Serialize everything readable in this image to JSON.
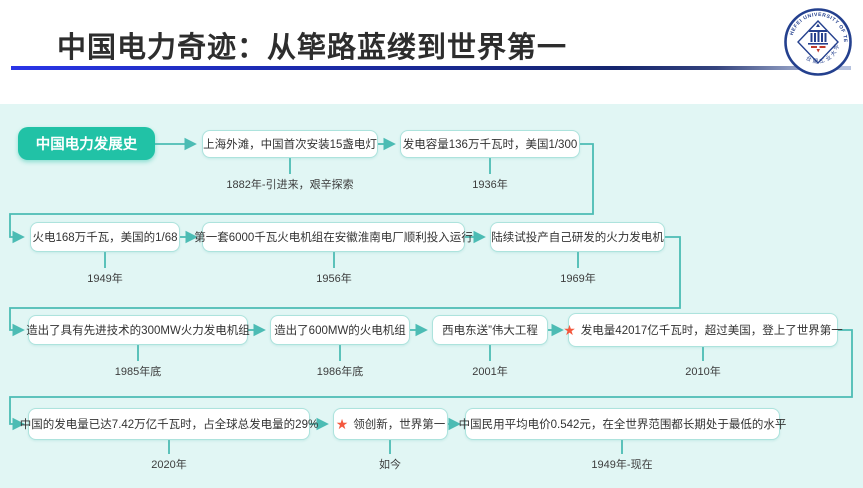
{
  "header": {
    "title": "中国电力奇迹：从筚路蓝缕到世界第一",
    "logo": {
      "ring_text": "HEFEI UNIVERSITY OF TECHNOLOGY",
      "ring_text_cn": "合肥工业大学"
    }
  },
  "icons": {
    "star": "★"
  },
  "colors": {
    "background": "#e1f6f4",
    "accent_teal": "#21c2a6",
    "connector": "#4cbcb4",
    "box_border": "#ade3dd",
    "star": "#f4583e",
    "underline_blue": "#2a35e8",
    "underline_navy": "#15256e"
  },
  "flowchart": {
    "root": {
      "label": "中国电力发展史"
    },
    "rows": [
      {
        "nodes": [
          {
            "text": "上海外滩，中国首次安装15盏电灯",
            "date": "1882年-引进来，艰辛探索"
          },
          {
            "text": "发电容量136万千瓦时，美国1/300",
            "date": "1936年"
          }
        ]
      },
      {
        "nodes": [
          {
            "text": "火电168万千瓦，美国的1/68",
            "date": "1949年"
          },
          {
            "text": "第一套6000千瓦火电机组在安徽淮南电厂顺利投入运行",
            "date": "1956年"
          },
          {
            "text": "陆续试投产自己研发的火力发电机",
            "date": "1969年"
          }
        ]
      },
      {
        "nodes": [
          {
            "text": "造出了具有先进技术的300MW火力发电机组",
            "date": "1985年底"
          },
          {
            "text": "造出了600MW的火电机组",
            "date": "1986年底"
          },
          {
            "text": "西电东送”伟大工程",
            "date": "2001年"
          },
          {
            "text": "发电量42017亿千瓦时，超过美国，登上了世界第一",
            "date": "2010年"
          }
        ]
      },
      {
        "nodes": [
          {
            "text": "中国的发电量已达7.42万亿千瓦时，占全球总发电量的29%",
            "date": "2020年"
          },
          {
            "text": "领创新，世界第一",
            "date": "如今"
          },
          {
            "text": "中国民用平均电价0.542元，在全世界范围都长期处于最低的水平",
            "date": "1949年-现在"
          }
        ]
      }
    ]
  }
}
